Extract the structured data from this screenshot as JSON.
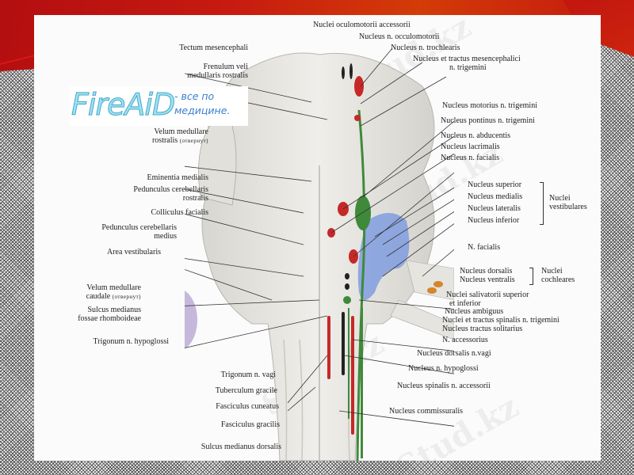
{
  "slide": {
    "background_accent": "#c71a10",
    "watermark_text": "Stud.kz",
    "logo": {
      "main": "FireAiD",
      "tagline_line1": "- все по",
      "tagline_line2": "медицине."
    }
  },
  "labels_left": [
    {
      "id": "tectum",
      "text": "Tectum mesencephali"
    },
    {
      "id": "frenulum",
      "line1": "Frenulum veli",
      "line2": "medullaris rostralis"
    },
    {
      "id": "velum-rostrale",
      "line1": "Velum medullare",
      "line2": "rostralis",
      "note": "(отвернут)"
    },
    {
      "id": "eminentia",
      "text": "Eminentia medialis"
    },
    {
      "id": "ped-rostralis",
      "line1": "Pedunculus cerebellaris",
      "line2": "rostralis"
    },
    {
      "id": "colliculus",
      "text": "Colliculus facialis"
    },
    {
      "id": "ped-medius",
      "line1": "Pedunculus cerebellaris",
      "line2": "medius"
    },
    {
      "id": "area-vestibularis",
      "text": "Area vestibularis"
    },
    {
      "id": "velum-caudale",
      "line1": "Velum medullare",
      "line2": "caudale",
      "note": "(отвернут)"
    },
    {
      "id": "sulcus-medianus",
      "line1": "Sulcus medianus",
      "line2": "fossae rhomboideae"
    },
    {
      "id": "trigonum-hypoglossi",
      "text": "Trigonum n. hypoglossi"
    },
    {
      "id": "trigonum-vagi",
      "text": "Trigonum n. vagi"
    },
    {
      "id": "tuberculum",
      "text": "Tuberculum gracile"
    },
    {
      "id": "fasc-cuneatus",
      "text": "Fasciculus cuneatus"
    },
    {
      "id": "fasc-gracilis",
      "text": "Fasciculus gracilis"
    },
    {
      "id": "sulcus-dorsalis",
      "text": "Sulcus medianus dorsalis"
    }
  ],
  "labels_right": [
    {
      "id": "oculomotorii-accessorii",
      "text": "Nuclei oculomotorii accessorii"
    },
    {
      "id": "n-occulomotorii",
      "text": "Nucleus n. occulomotorii"
    },
    {
      "id": "n-trochlearis",
      "text": "Nucleus n. trochlearis"
    },
    {
      "id": "mesencephalici",
      "line1": "Nucleus et tractus mesencephalici",
      "line2": "n. trigemini"
    },
    {
      "id": "motorius",
      "text": "Nucleus motorius n. trigemini"
    },
    {
      "id": "pontinus",
      "text": "Nucleus pontinus n. trigemini"
    },
    {
      "id": "abducentis",
      "text": "Nucleus n. abducentis"
    },
    {
      "id": "lacrimalis",
      "text": "Nucleus lacrimalis"
    },
    {
      "id": "facialis-nucleus",
      "text": "Nucleus n. facialis"
    },
    {
      "id": "superior",
      "text": "Nucleus superior"
    },
    {
      "id": "medialis",
      "text": "Nucleus medialis"
    },
    {
      "id": "lateralis",
      "text": "Nucleus lateralis"
    },
    {
      "id": "inferior",
      "text": "Nucleus inferior"
    },
    {
      "id": "n-facialis",
      "text": "N. facialis"
    },
    {
      "id": "dorsalis",
      "text": "Nucleus dorsalis"
    },
    {
      "id": "ventralis",
      "text": "Nucleus ventralis"
    },
    {
      "id": "salivatorii",
      "line1": "Nuclei salivatorii superior",
      "line2": "et inferior"
    },
    {
      "id": "ambiguus",
      "text": "Nucleus ambiguus"
    },
    {
      "id": "spinalis-trigemini",
      "text": "Nuclei et tractus spinalis n. trigemini"
    },
    {
      "id": "solitarius",
      "text": "Nucleus tractus solitarius"
    },
    {
      "id": "n-accessorius",
      "text": "N. accessorius"
    },
    {
      "id": "dorsalis-vagi",
      "text": "Nucleus dorsalis n.vagi"
    },
    {
      "id": "hypoglossi",
      "text": "Nucleus n. hypoglossi"
    },
    {
      "id": "spinalis-accessorii",
      "text": "Nucleus spinalis n. accessorii"
    },
    {
      "id": "commissuralis",
      "text": "Nucleus commissuralis"
    }
  ],
  "groups": {
    "vestibulares": {
      "line1": "Nuclei",
      "line2": "vestibulares"
    },
    "cochleares": {
      "line1": "Nuclei",
      "line2": "cochleares"
    }
  }
}
